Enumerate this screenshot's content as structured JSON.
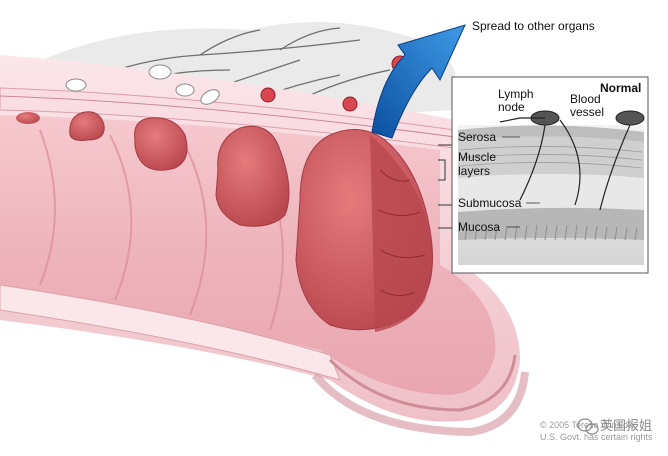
{
  "labels": {
    "spread": "Spread to other organs",
    "normal": "Normal",
    "lymph_node": [
      "Lymph",
      "node"
    ],
    "blood_vessel": [
      "Blood",
      "vessel"
    ],
    "serosa": "Serosa",
    "muscle_layers": [
      "Muscle",
      "layers"
    ],
    "submucosa": "Submucosa",
    "mucosa": "Mucosa"
  },
  "watermark": {
    "credit": "© 2005 Terese Winslow",
    "rights": "U.S. Govt. has certain rights",
    "channel": "英国报姐"
  }
}
